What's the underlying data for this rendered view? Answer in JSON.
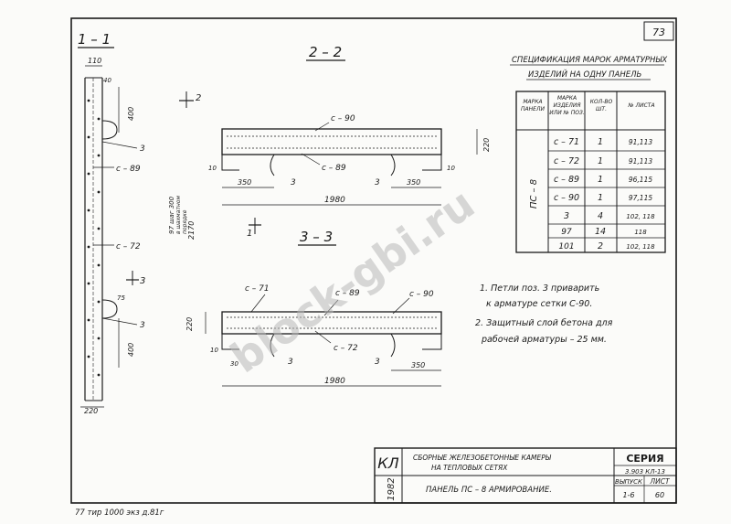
{
  "sheet_number": "73",
  "sections": {
    "s11": "1 – 1",
    "s22": "2 – 2",
    "s33": "3 – 3",
    "cut2_label": "2",
    "cut1_label": "1",
    "cut3_label": "3"
  },
  "section_11": {
    "dim_top": "110",
    "dim_40": "40",
    "dim_400_top": "400",
    "dim_75": "75",
    "dim_400_bottom": "400",
    "dim_220": "220",
    "dim_2170": "2170",
    "dim_97_note": "97 шаг 300",
    "dim_97_note2": "в шахматном",
    "dim_97_note3": "порядке",
    "label_3a": "3",
    "label_3b": "3",
    "label_c89": "с – 89",
    "label_c72": "с – 72"
  },
  "section_22": {
    "label_c90": "с – 90",
    "label_c89": "с – 89",
    "label_3a": "3",
    "label_3b": "3",
    "dim_10a": "10",
    "dim_10b": "10",
    "dim_350a": "350",
    "dim_350b": "350",
    "dim_1980": "1980",
    "dim_220": "220"
  },
  "section_33": {
    "label_c71": "с – 71",
    "label_c89": "с – 89",
    "label_c90": "с – 90",
    "label_c72": "с – 72",
    "label_3a": "3",
    "label_3b": "3",
    "dim_220": "220",
    "dim_10": "10",
    "dim_30": "30",
    "dim_350": "350",
    "dim_1980": "1980"
  },
  "spec": {
    "title_line1": "СПЕЦИФИКАЦИЯ МАРОК АРМАТУРНЫХ",
    "title_line2": "ИЗДЕЛИЙ НА ОДНУ ПАНЕЛЬ",
    "headers": [
      "МАРКА ПАНЕЛИ",
      "МАРКА ИЗДЕЛИЯ ИЛИ № ПОЗ.",
      "КОЛ-ВО ШТ.",
      "№ ЛИСТА"
    ],
    "panel_mark": "ПС – 8",
    "rows": [
      {
        "mark": "с – 71",
        "qty": "1",
        "sheet": "91,113"
      },
      {
        "mark": "с – 72",
        "qty": "1",
        "sheet": "91,113"
      },
      {
        "mark": "с – 89",
        "qty": "1",
        "sheet": "96,115"
      },
      {
        "mark": "с – 90",
        "qty": "1",
        "sheet": "97,115"
      },
      {
        "mark": "3",
        "qty": "4",
        "sheet": "102, 118"
      },
      {
        "mark": "97",
        "qty": "14",
        "sheet": "118"
      },
      {
        "mark": "101",
        "qty": "2",
        "sheet": "102, 118"
      }
    ]
  },
  "notes": [
    "1. Петли поз. 3 приварить",
    "к арматуре сетки С-90.",
    "2. Защитный слой бетона для",
    "рабочей арматуры – 25 мм."
  ],
  "title_block": {
    "org": "КЛ",
    "year": "1982",
    "title1": "СБОРНЫЕ ЖЕЛЕЗОБЕТОННЫЕ КАМЕРЫ",
    "title2": "НА ТЕПЛОВЫХ СЕТЯХ",
    "drawing": "ПАНЕЛЬ ПС – 8   АРМИРОВАНИЕ.",
    "series_label": "СЕРИЯ",
    "series_value": "3.903 КЛ-13",
    "issue_label": "ВЫПУСК",
    "issue_value": "1-6",
    "sheet_label": "ЛИСТ",
    "sheet_value": "60"
  },
  "bottom_note": "77 тир 1000 экз д.81г",
  "watermark": "block-gbi.ru"
}
